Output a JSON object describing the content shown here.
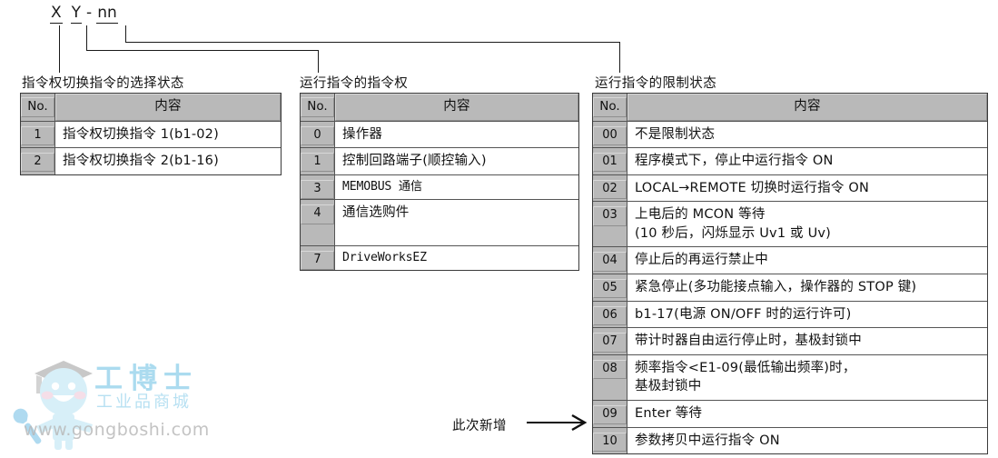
{
  "notation": {
    "tokens": [
      "X",
      "Y",
      "nn"
    ],
    "separator": "-"
  },
  "sections": [
    {
      "caption": "指令权切换指令的选择状态",
      "header": {
        "no": "No.",
        "content": "内容"
      },
      "rows": [
        {
          "no": "1",
          "lines": [
            "指令权切换指令 1(b1-02)"
          ]
        },
        {
          "no": "2",
          "lines": [
            "指令权切换指令 2(b1-16)"
          ]
        }
      ]
    },
    {
      "caption": "运行指令的指令权",
      "header": {
        "no": "No.",
        "content": "内容"
      },
      "rows": [
        {
          "no": "0",
          "lines": [
            "操作器"
          ]
        },
        {
          "no": "1",
          "lines": [
            "控制回路端子(顺控输入)"
          ]
        },
        {
          "no": "3",
          "lines": [
            "MEMOBUS 通信"
          ]
        },
        {
          "no": "4",
          "lines": [
            "通信选购件",
            ""
          ]
        },
        {
          "no": "7",
          "lines": [
            "DriveWorksEZ"
          ]
        }
      ]
    },
    {
      "caption": "运行指令的限制状态",
      "header": {
        "no": "No.",
        "content": "内容"
      },
      "rows": [
        {
          "no": "00",
          "lines": [
            "不是限制状态"
          ]
        },
        {
          "no": "01",
          "lines": [
            "程序模式下，停止中运行指令 ON"
          ]
        },
        {
          "no": "02",
          "lines": [
            "LOCAL→REMOTE 切换时运行指令 ON"
          ]
        },
        {
          "no": "03",
          "lines": [
            "上电后的 MCON 等待",
            "(10 秒后，闪烁显示 Uv1 或 Uv)"
          ]
        },
        {
          "no": "04",
          "lines": [
            "停止后的再运行禁止中"
          ]
        },
        {
          "no": "05",
          "lines": [
            "紧急停止(多功能接点输入，操作器的 STOP 键)"
          ]
        },
        {
          "no": "06",
          "lines": [
            "b1-17(电源 ON/OFF 时的运行许可)"
          ]
        },
        {
          "no": "07",
          "lines": [
            "带计时器自由运行停止时，基极封锁中"
          ]
        },
        {
          "no": "08",
          "lines": [
            "频率指令<E1-09(最低输出频率)时，",
            "基极封锁中"
          ]
        },
        {
          "no": "09",
          "lines": [
            "Enter 等待"
          ]
        },
        {
          "no": "10",
          "lines": [
            "参数拷贝中运行指令 ON"
          ]
        }
      ]
    }
  ],
  "annotation": {
    "label": "此次新增"
  },
  "watermark": {
    "brand": "工博士",
    "tagline": "工业品商城",
    "url": "www.gongboshi.com"
  },
  "colors": {
    "header_gray": "#b9b9b9",
    "border": "#3a3a3a",
    "text": "#111111",
    "watermark_blue": "#8fd0ea"
  }
}
